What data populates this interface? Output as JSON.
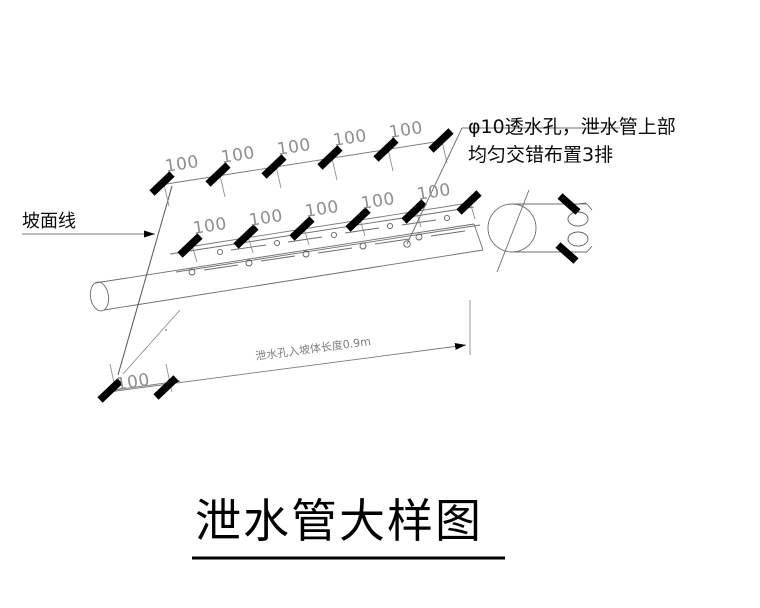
{
  "drawing": {
    "title": "泄水管大样图",
    "title_underline": true,
    "labels": {
      "slope_line": "坡面线",
      "slope_line_name": "slope-surface-line"
    },
    "annotation": {
      "line1": "φ10透水孔，泄水管上部",
      "line2": "均匀交错布置3排"
    },
    "length_dimension": {
      "text": "泄水孔入坡体长度0.9m",
      "value": "0.9",
      "unit": "m"
    },
    "dimension_value": "100",
    "dimension_rows": {
      "upper": {
        "count": 5,
        "values": [
          "100",
          "100",
          "100",
          "100",
          "100"
        ]
      },
      "lower": {
        "count": 5,
        "values": [
          "100",
          "100",
          "100",
          "100",
          "100"
        ]
      },
      "bottom_left": {
        "count": 1,
        "values": [
          "100"
        ]
      }
    },
    "colors": {
      "ink": "#000000",
      "line": "#6d6d6d",
      "dim": "#8e8e8e",
      "background": "#ffffff"
    }
  }
}
